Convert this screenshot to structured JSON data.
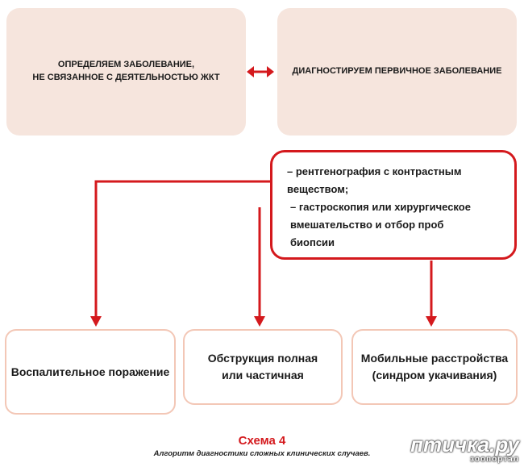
{
  "top": {
    "left_box": "ОПРЕДЕЛЯЕМ ЗАБОЛЕВАНИЕ,\nНЕ СВЯЗАННОЕ С ДЕЯТЕЛЬНОСТЬЮ ЖКТ",
    "right_box": "ДИАГНОСТИРУЕМ ПЕРВИЧНОЕ ЗАБОЛЕВАНИЕ"
  },
  "methods": {
    "item1": "– рентгенография с контрастным\nвеществом;",
    "item2": "– гастроскопия или хирургическое\nвмешательство и отбор проб\nбиопсии"
  },
  "outcomes": {
    "inflammatory": "Воспалительное поражение",
    "obstruction": "Обструкция полная\nили частичная",
    "motility": "Мобильные расстройства\n(синдром укачивания)"
  },
  "caption": {
    "title": "Схема 4",
    "subtitle": "Алгоритм диагностики сложных клинических случаев."
  },
  "watermark": {
    "main": "птичка.ру",
    "sub": "зоопортал"
  },
  "colors": {
    "accent_red": "#d4191d",
    "top_box_fill": "#f6e5dd",
    "bottom_box_border": "#f3c7b6"
  }
}
